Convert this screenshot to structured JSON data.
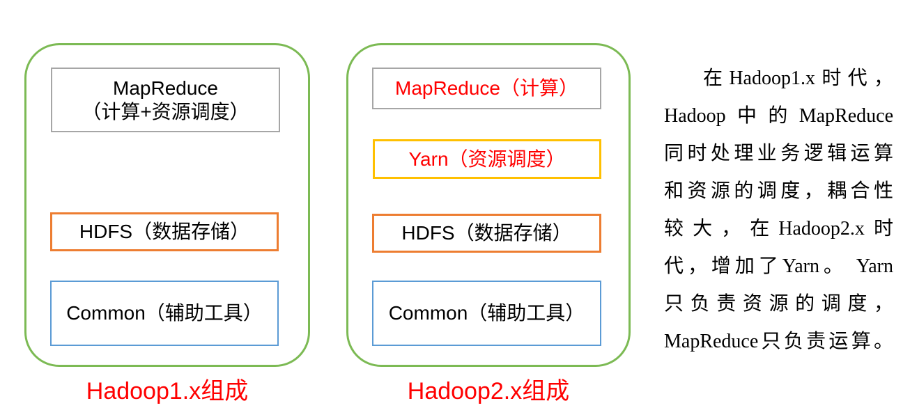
{
  "diagram": {
    "title": "Hadoop 1.x vs Hadoop 2.x composition",
    "panels": [
      {
        "caption": "Hadoop1.x组成",
        "boxes": [
          {
            "id": "mapreduce",
            "label": "MapReduce\n（计算+资源调度）"
          },
          {
            "id": "hdfs",
            "label": "HDFS（数据存储）"
          },
          {
            "id": "common",
            "label": "Common（辅助工具）"
          }
        ]
      },
      {
        "caption": "Hadoop2.x组成",
        "boxes": [
          {
            "id": "mapreduce",
            "label": "MapReduce（计算）"
          },
          {
            "id": "yarn",
            "label": "Yarn（资源调度）"
          },
          {
            "id": "hdfs",
            "label": "HDFS（数据存储）"
          },
          {
            "id": "common",
            "label": "Common（辅助工具）"
          }
        ]
      }
    ],
    "note_lines": [
      "在Hadoop1.x时代，",
      "Hadoop中的MapReduce",
      "同时处理业务逻辑运算",
      "和资源的调度，耦合性",
      "较大，在Hadoop2.x时",
      "代，增加了Yarn。 Yarn",
      "只负责资源的调度，",
      "MapReduce只负责运算。"
    ],
    "note_text": "在Hadoop1.x时代，Hadoop中的MapReduce同时处理业务逻辑运算和资源的调度，耦合性较大，在Hadoop2.x时代，增加了Yarn。Yarn只负责资源的调度，MapReduce只负责运算。",
    "colors": {
      "container_green": "#7CBA54",
      "box_gray": "#A6A6A6",
      "box_orange": "#ED7D31",
      "box_gold": "#FFC000",
      "box_blue": "#5B9BD5",
      "highlight_red": "#FF0000",
      "text_black": "#000000"
    }
  }
}
